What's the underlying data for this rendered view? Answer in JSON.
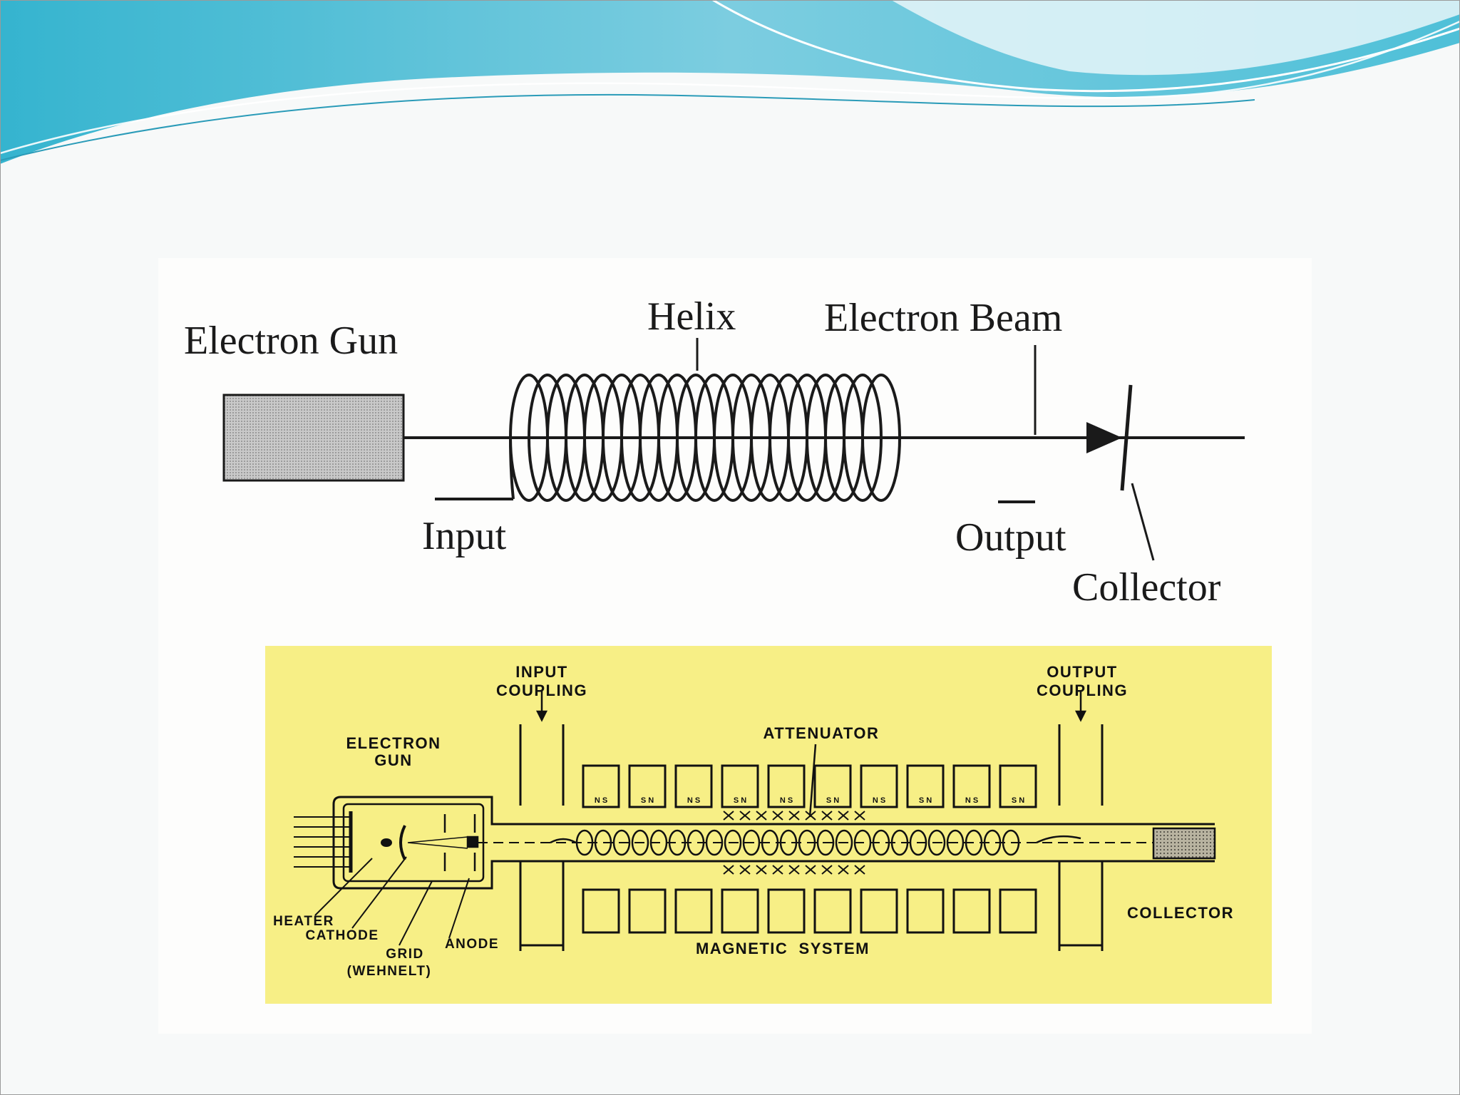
{
  "colors": {
    "wave_dark": "#2aa6c6",
    "wave_light": "#7fd3e3",
    "panel_yellow": "#f7ef86",
    "background": "#f7f9f9"
  },
  "helix_diagram": {
    "labels": {
      "electron_gun": "Electron Gun",
      "helix": "Helix",
      "electron_beam": "Electron Beam",
      "input": "Input",
      "output": "Output",
      "collector": "Collector"
    }
  },
  "twt_diagram": {
    "labels": {
      "input_coupling_1": "INPUT",
      "input_coupling_2": "COUPLING",
      "output_coupling_1": "OUTPUT",
      "output_coupling_2": "COUPLING",
      "electron_gun_1": "ELECTRON",
      "electron_gun_2": "GUN",
      "attenuator": "ATTENUATOR",
      "heater": "HEATER",
      "cathode": "CATHODE",
      "grid_1": "GRID",
      "grid_2": "(WEHNELT)",
      "anode": "ANODE",
      "magnetic_system": "MAGNETIC  SYSTEM",
      "collector": "COLLECTOR"
    },
    "magnets": [
      "N S",
      "S N",
      "N S",
      "S N",
      "N S",
      "S N",
      "N S",
      "S N",
      "N S",
      "S N"
    ]
  }
}
